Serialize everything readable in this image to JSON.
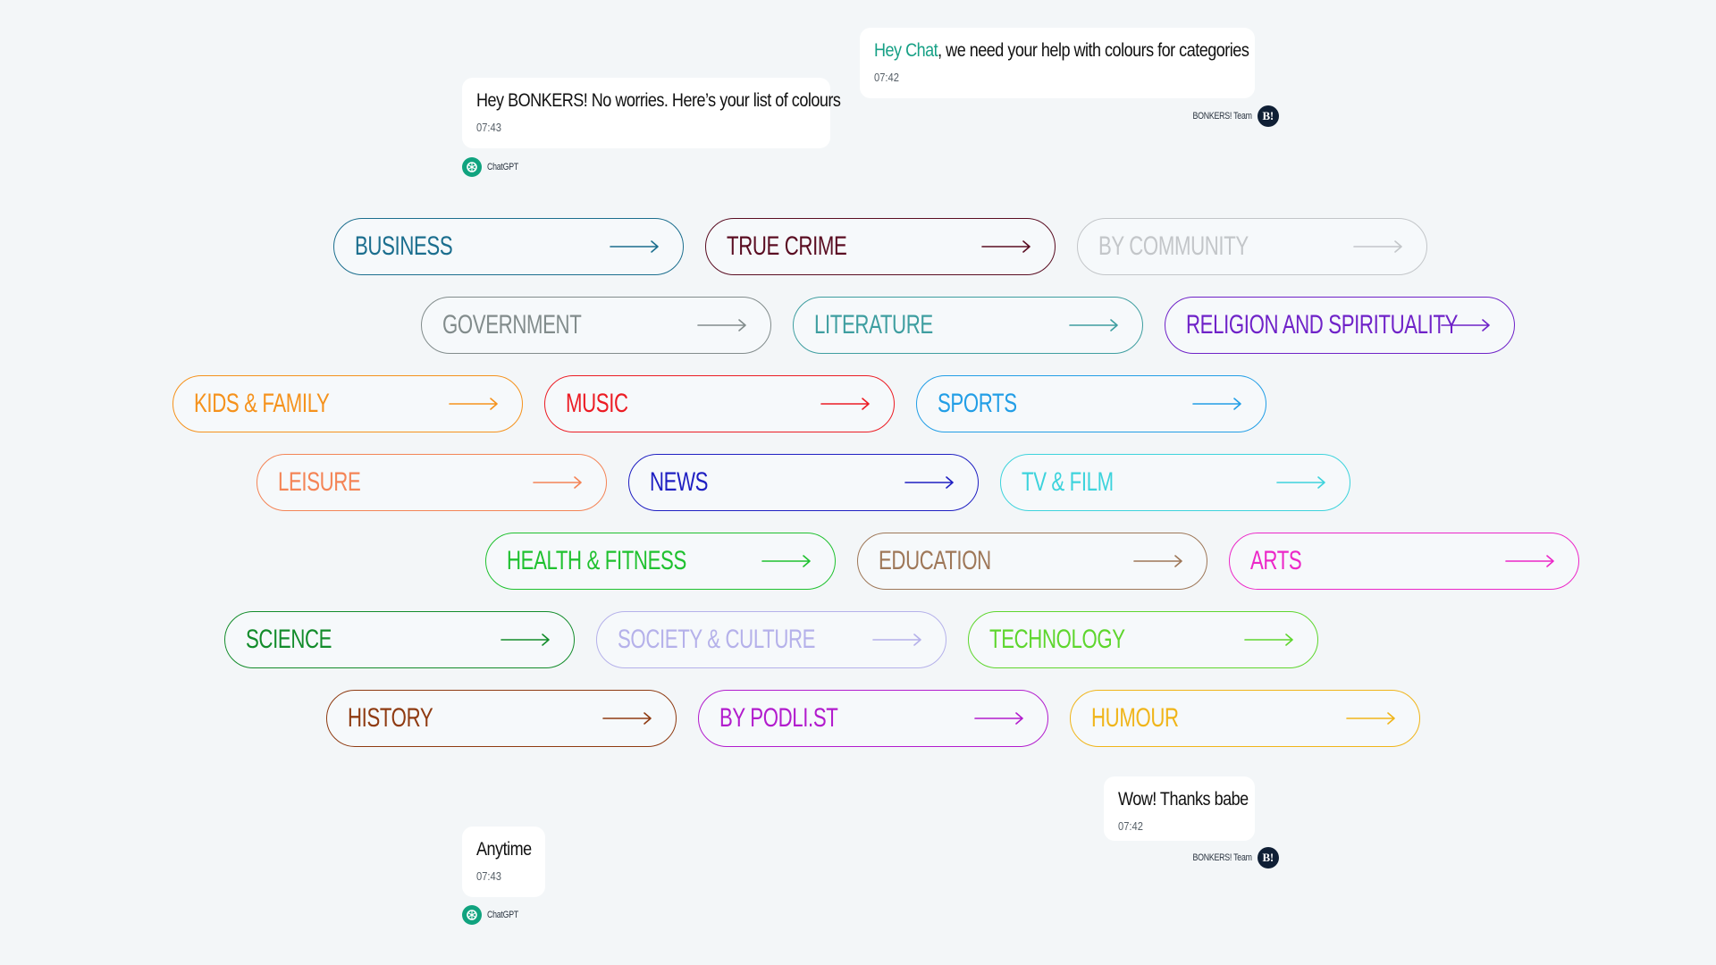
{
  "chat": {
    "m1": {
      "highlight": "Hey Chat",
      "text": ", we need your help with colours for categories",
      "time": "07:42",
      "sender": "BONKERS! Team"
    },
    "m2": {
      "text": "Hey BONKERS! No worries. Here’s your list of colours",
      "time": "07:43",
      "sender": "ChatGPT"
    },
    "m3": {
      "text": "Wow! Thanks babe",
      "time": "07:42",
      "sender": "BONKERS! Team"
    },
    "m4": {
      "text": "Anytime",
      "time": "07:43",
      "sender": "ChatGPT"
    }
  },
  "icons": {
    "gpt": "chatgpt-logo-icon",
    "team": "bonkers-logo-icon",
    "arrow": "arrow-right-icon"
  },
  "categories": [
    {
      "label": "BUSINESS",
      "color": "#1b6e8e"
    },
    {
      "label": "TRUE CRIME",
      "color": "#5a0d22"
    },
    {
      "label": "BY COMMUNITY",
      "color": "#c3c6c9"
    },
    {
      "label": "GOVERNMENT",
      "color": "#828c8c"
    },
    {
      "label": "LITERATURE",
      "color": "#3e9ea0"
    },
    {
      "label": "RELIGION AND SPIRITUALITY",
      "color": "#6f22c8"
    },
    {
      "label": "KIDS & FAMILY",
      "color": "#f5921c"
    },
    {
      "label": "MUSIC",
      "color": "#ec1c24"
    },
    {
      "label": "SPORTS",
      "color": "#229ee6"
    },
    {
      "label": "LEISURE",
      "color": "#f48456"
    },
    {
      "label": "NEWS",
      "color": "#1f1fc2"
    },
    {
      "label": "TV & FILM",
      "color": "#3dd3dc"
    },
    {
      "label": "HEALTH & FITNESS",
      "color": "#1fc12f"
    },
    {
      "label": "EDUCATION",
      "color": "#9e7758"
    },
    {
      "label": "ARTS",
      "color": "#ec27c8"
    },
    {
      "label": "SCIENCE",
      "color": "#138c2b"
    },
    {
      "label": "SOCIETY & CULTURE",
      "color": "#b5b1ea"
    },
    {
      "label": "TECHNOLOGY",
      "color": "#5ed62e"
    },
    {
      "label": "HISTORY",
      "color": "#8f3b12"
    },
    {
      "label": "BY PODLI.ST",
      "color": "#b21ccd"
    },
    {
      "label": "HUMOUR",
      "color": "#f0b51a"
    }
  ]
}
